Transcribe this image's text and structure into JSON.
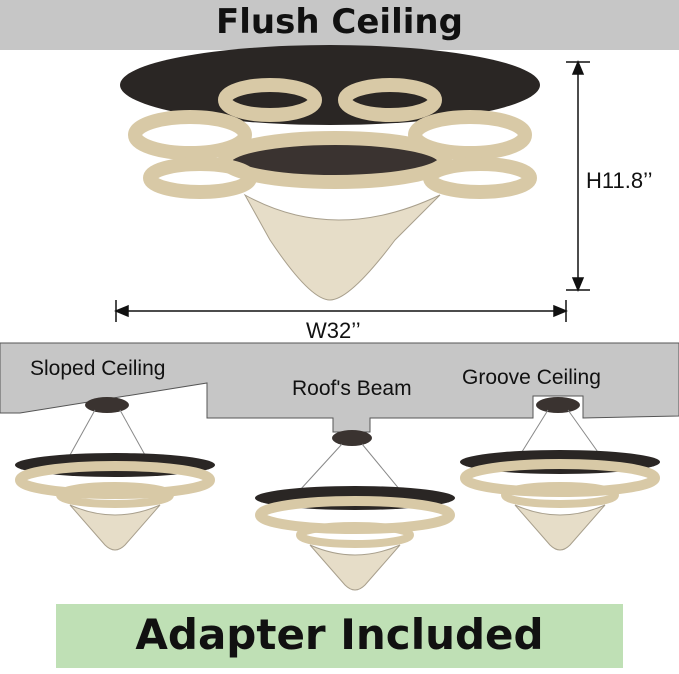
{
  "header": {
    "title": "Flush Ceiling"
  },
  "dimensions": {
    "height": "H11.8’’",
    "width": "W32’’"
  },
  "mount_types": [
    "Sloped Ceiling",
    "Roof's Beam",
    "Groove Ceiling"
  ],
  "banner": {
    "text": "Adapter Included"
  },
  "colors": {
    "ceiling": "#c6c6c6",
    "banner": "#bfe0b5",
    "canopy": "#2a2624",
    "crystal": "#d8c9a6"
  }
}
